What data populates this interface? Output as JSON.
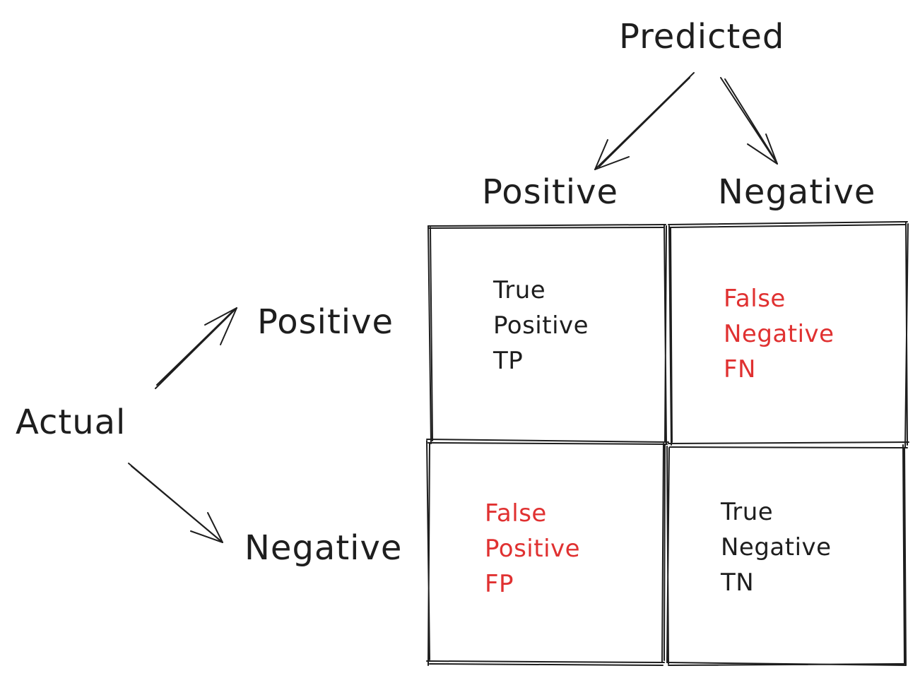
{
  "diagram": {
    "predicted_label": "Predicted",
    "actual_label": "Actual",
    "columns": [
      "Positive",
      "Negative"
    ],
    "rows": [
      "Positive",
      "Negative"
    ],
    "cells": [
      {
        "lines": [
          "True",
          "Positive",
          "TP"
        ],
        "color": "#1e1e1e"
      },
      {
        "lines": [
          "False",
          "Negative",
          "FN"
        ],
        "color": "#e03131"
      },
      {
        "lines": [
          "False",
          "Positive",
          "FP"
        ],
        "color": "#e03131"
      },
      {
        "lines": [
          "True",
          "Negative",
          "TN"
        ],
        "color": "#1e1e1e"
      }
    ]
  }
}
